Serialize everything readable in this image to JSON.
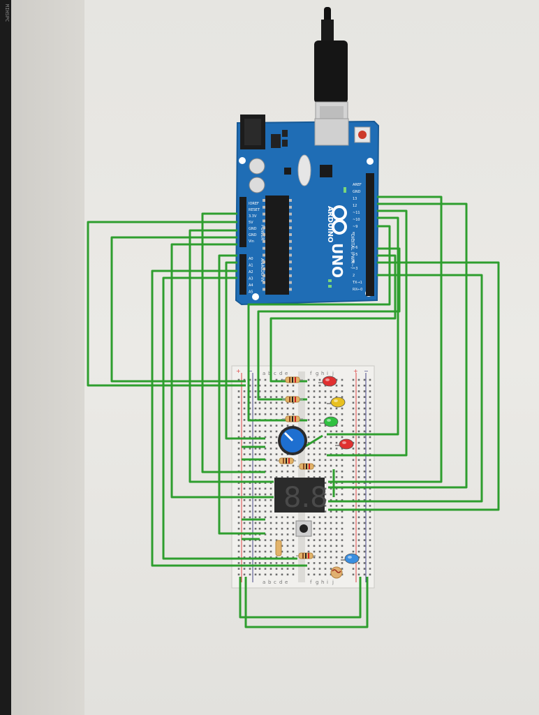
{
  "bezel": {
    "corner_text": "MIHSPC"
  },
  "arduino": {
    "board_color": "#1f6db5",
    "logo_text": "ARDUINO",
    "model_text": "UNO",
    "digital_label": "DIGITAL (PWM~)",
    "analog_label": "ANALOG IN",
    "power_label": "POWER",
    "top_header_pins": [
      "AREF",
      "GND",
      "13",
      "12",
      "~11",
      "~10",
      "~9",
      "8",
      "7",
      "~6",
      "~5",
      "4",
      "~3",
      "2",
      "TX→1",
      "RX←0"
    ],
    "power_pins": [
      "IOREF",
      "RESET",
      "3.3V",
      "5V",
      "GND",
      "GND",
      "Vin"
    ],
    "analog_pins": [
      "A0",
      "A1",
      "A2",
      "A3",
      "A4",
      "A5"
    ]
  },
  "breadboard": {
    "column_letters_left": [
      "a",
      "b",
      "c",
      "d",
      "e"
    ],
    "column_letters_right": [
      "f",
      "g",
      "h",
      "i",
      "j"
    ],
    "rail_plus": "+",
    "rail_minus": "−"
  },
  "components": {
    "led_colors": [
      "#e03030",
      "#e8c020",
      "#30c040",
      "#e03030",
      "#3a8ee0"
    ],
    "seven_segment_text": "8.8",
    "wire_color": "#2e9e2e"
  }
}
